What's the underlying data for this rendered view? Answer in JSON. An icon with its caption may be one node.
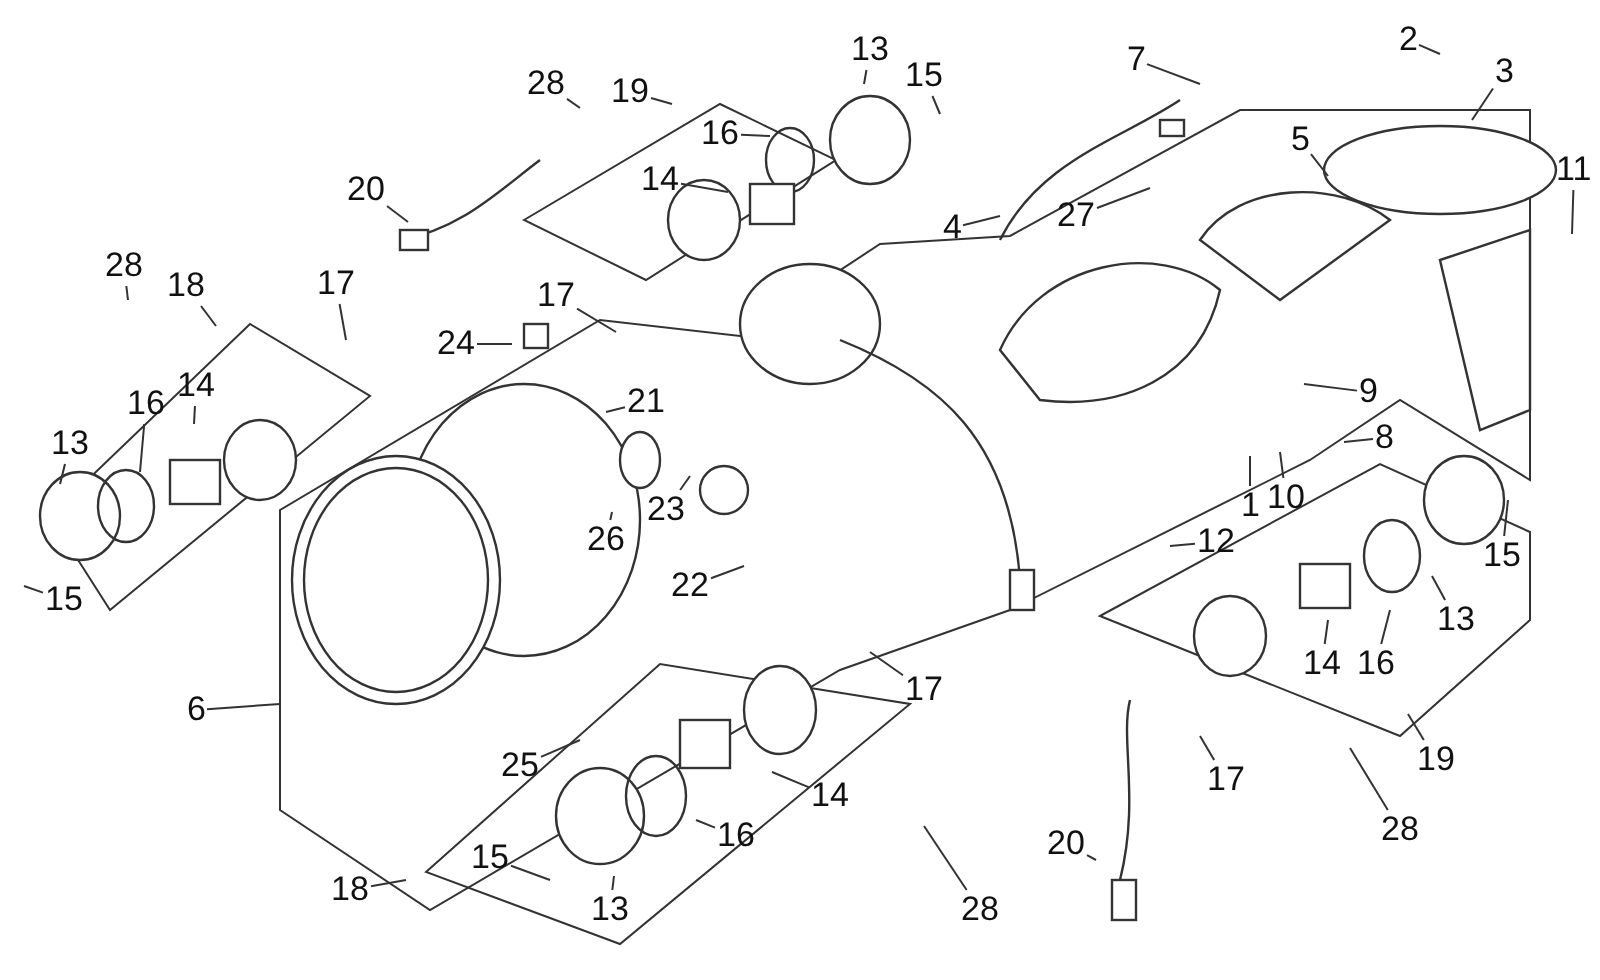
{
  "diagram": {
    "nodes": [
      {
        "text": [
          "2"
        ]
      },
      {
        "text": [
          "13"
        ]
      },
      {
        "text": [
          "7"
        ]
      },
      {
        "text": [
          "15"
        ]
      },
      {
        "text": [
          "28"
        ]
      },
      {
        "text": [
          "19"
        ]
      },
      {
        "text": [
          "3"
        ]
      },
      {
        "text": [
          "5"
        ]
      },
      {
        "text": [
          "16"
        ]
      },
      {
        "text": [
          "11"
        ]
      },
      {
        "text": [
          "14"
        ]
      },
      {
        "text": [
          "20"
        ]
      },
      {
        "text": [
          "27"
        ]
      },
      {
        "text": [
          "4"
        ]
      },
      {
        "text": [
          "28"
        ]
      },
      {
        "text": [
          "17"
        ]
      },
      {
        "text": [
          "18"
        ]
      },
      {
        "text": [
          "17"
        ]
      },
      {
        "text": [
          "24"
        ]
      },
      {
        "text": [
          "9"
        ]
      },
      {
        "text": [
          "14"
        ]
      },
      {
        "text": [
          "21"
        ]
      },
      {
        "text": [
          "16"
        ]
      },
      {
        "text": [
          "8"
        ]
      },
      {
        "text": [
          "13"
        ]
      },
      {
        "text": [
          "10"
        ]
      },
      {
        "text": [
          "1"
        ]
      },
      {
        "text": [
          "23"
        ]
      },
      {
        "text": [
          "26"
        ]
      },
      {
        "text": [
          "12"
        ]
      },
      {
        "text": [
          "15"
        ]
      },
      {
        "text": [
          "22"
        ]
      },
      {
        "text": [
          "15"
        ]
      },
      {
        "text": [
          "13"
        ]
      },
      {
        "text": [
          "16"
        ]
      },
      {
        "text": [
          "14"
        ]
      },
      {
        "text": [
          "17"
        ]
      },
      {
        "text": [
          "6"
        ]
      },
      {
        "text": [
          "19"
        ]
      },
      {
        "text": [
          "25"
        ]
      },
      {
        "text": [
          "17"
        ]
      },
      {
        "text": [
          "14"
        ]
      },
      {
        "text": [
          "28"
        ]
      },
      {
        "text": [
          "16"
        ]
      },
      {
        "text": [
          "20"
        ]
      },
      {
        "text": [
          "15"
        ]
      },
      {
        "text": [
          "18"
        ]
      },
      {
        "text": [
          "13"
        ]
      },
      {
        "text": [
          "28"
        ]
      }
    ],
    "edges": [
      {
        "from": 0,
        "to": null,
        "arrow": "none"
      },
      {
        "from": 1,
        "to": null,
        "arrow": "none"
      },
      {
        "from": 2,
        "to": null,
        "arrow": "none"
      },
      {
        "from": 3,
        "to": null,
        "arrow": "none"
      },
      {
        "from": 4,
        "to": null,
        "arrow": "none"
      },
      {
        "from": 5,
        "to": null,
        "arrow": "none"
      },
      {
        "from": 6,
        "to": null,
        "arrow": "none"
      },
      {
        "from": 7,
        "to": null,
        "arrow": "none"
      },
      {
        "from": 8,
        "to": null,
        "arrow": "none"
      },
      {
        "from": 9,
        "to": null,
        "arrow": "none"
      },
      {
        "from": 10,
        "to": null,
        "arrow": "none"
      },
      {
        "from": 11,
        "to": null,
        "arrow": "none"
      },
      {
        "from": 12,
        "to": null,
        "arrow": "none"
      },
      {
        "from": 13,
        "to": null,
        "arrow": "none"
      },
      {
        "from": 14,
        "to": null,
        "arrow": "none"
      },
      {
        "from": 15,
        "to": null,
        "arrow": "none"
      },
      {
        "from": 16,
        "to": null,
        "arrow": "none"
      },
      {
        "from": 17,
        "to": null,
        "arrow": "none"
      },
      {
        "from": 18,
        "to": null,
        "arrow": "none"
      },
      {
        "from": 19,
        "to": null,
        "arrow": "none"
      },
      {
        "from": 20,
        "to": null,
        "arrow": "none"
      },
      {
        "from": 21,
        "to": null,
        "arrow": "none"
      },
      {
        "from": 22,
        "to": null,
        "arrow": "none"
      },
      {
        "from": 23,
        "to": null,
        "arrow": "none"
      },
      {
        "from": 24,
        "to": null,
        "arrow": "none"
      },
      {
        "from": 25,
        "to": null,
        "arrow": "none"
      },
      {
        "from": 26,
        "to": null,
        "arrow": "none"
      },
      {
        "from": 27,
        "to": null,
        "arrow": "none"
      },
      {
        "from": 28,
        "to": null,
        "arrow": "none"
      },
      {
        "from": 29,
        "to": null,
        "arrow": "none"
      },
      {
        "from": 30,
        "to": null,
        "arrow": "none"
      },
      {
        "from": 31,
        "to": null,
        "arrow": "none"
      },
      {
        "from": 32,
        "to": null,
        "arrow": "none"
      },
      {
        "from": 33,
        "to": null,
        "arrow": "none"
      },
      {
        "from": 34,
        "to": null,
        "arrow": "none"
      },
      {
        "from": 35,
        "to": null,
        "arrow": "none"
      },
      {
        "from": 36,
        "to": null,
        "arrow": "none"
      },
      {
        "from": 37,
        "to": null,
        "arrow": "none"
      },
      {
        "from": 38,
        "to": null,
        "arrow": "none"
      },
      {
        "from": 39,
        "to": null,
        "arrow": "none"
      },
      {
        "from": 40,
        "to": null,
        "arrow": "none"
      },
      {
        "from": 41,
        "to": null,
        "arrow": "none"
      },
      {
        "from": 42,
        "to": null,
        "arrow": "none"
      },
      {
        "from": 43,
        "to": null,
        "arrow": "none"
      },
      {
        "from": 44,
        "to": null,
        "arrow": "none"
      },
      {
        "from": 45,
        "to": null,
        "arrow": "none"
      },
      {
        "from": 46,
        "to": null,
        "arrow": "none"
      },
      {
        "from": 47,
        "to": null,
        "arrow": "none"
      },
      {
        "from": 48,
        "to": null,
        "arrow": "none"
      }
    ]
  }
}
